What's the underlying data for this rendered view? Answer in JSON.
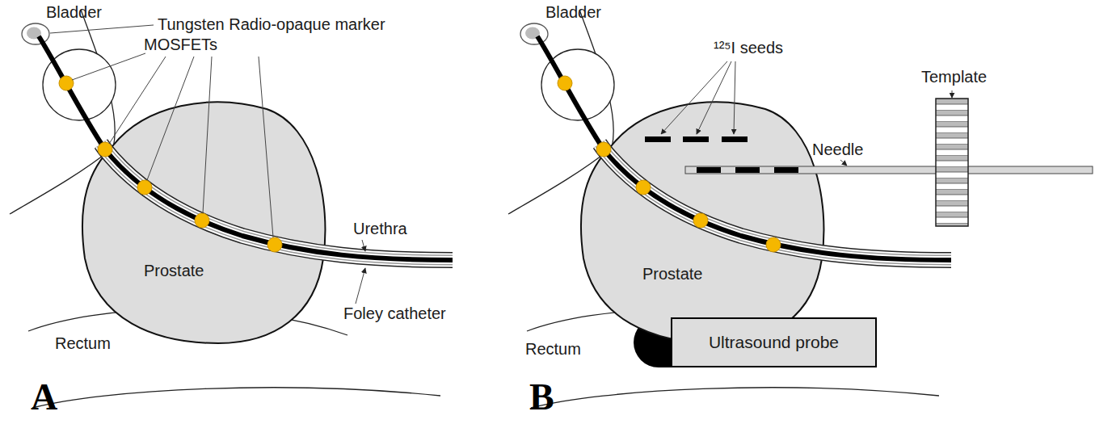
{
  "diagram": {
    "nodes": [
      {
        "text": [
          "Prostate"
        ]
      },
      {
        "text": [
          "Prostate"
        ]
      },
      {
        "text": [
          "Ultrasound probe"
        ]
      }
    ],
    "labels": [
      "Bladder",
      "Tungsten Radio-opaque marker",
      "MOSFETs",
      "Urethra",
      "Foley catheter",
      "Rectum",
      "A",
      "Bladder",
      "¹²⁵I seeds",
      "Template",
      "Needle",
      "Rectum",
      "B"
    ]
  }
}
